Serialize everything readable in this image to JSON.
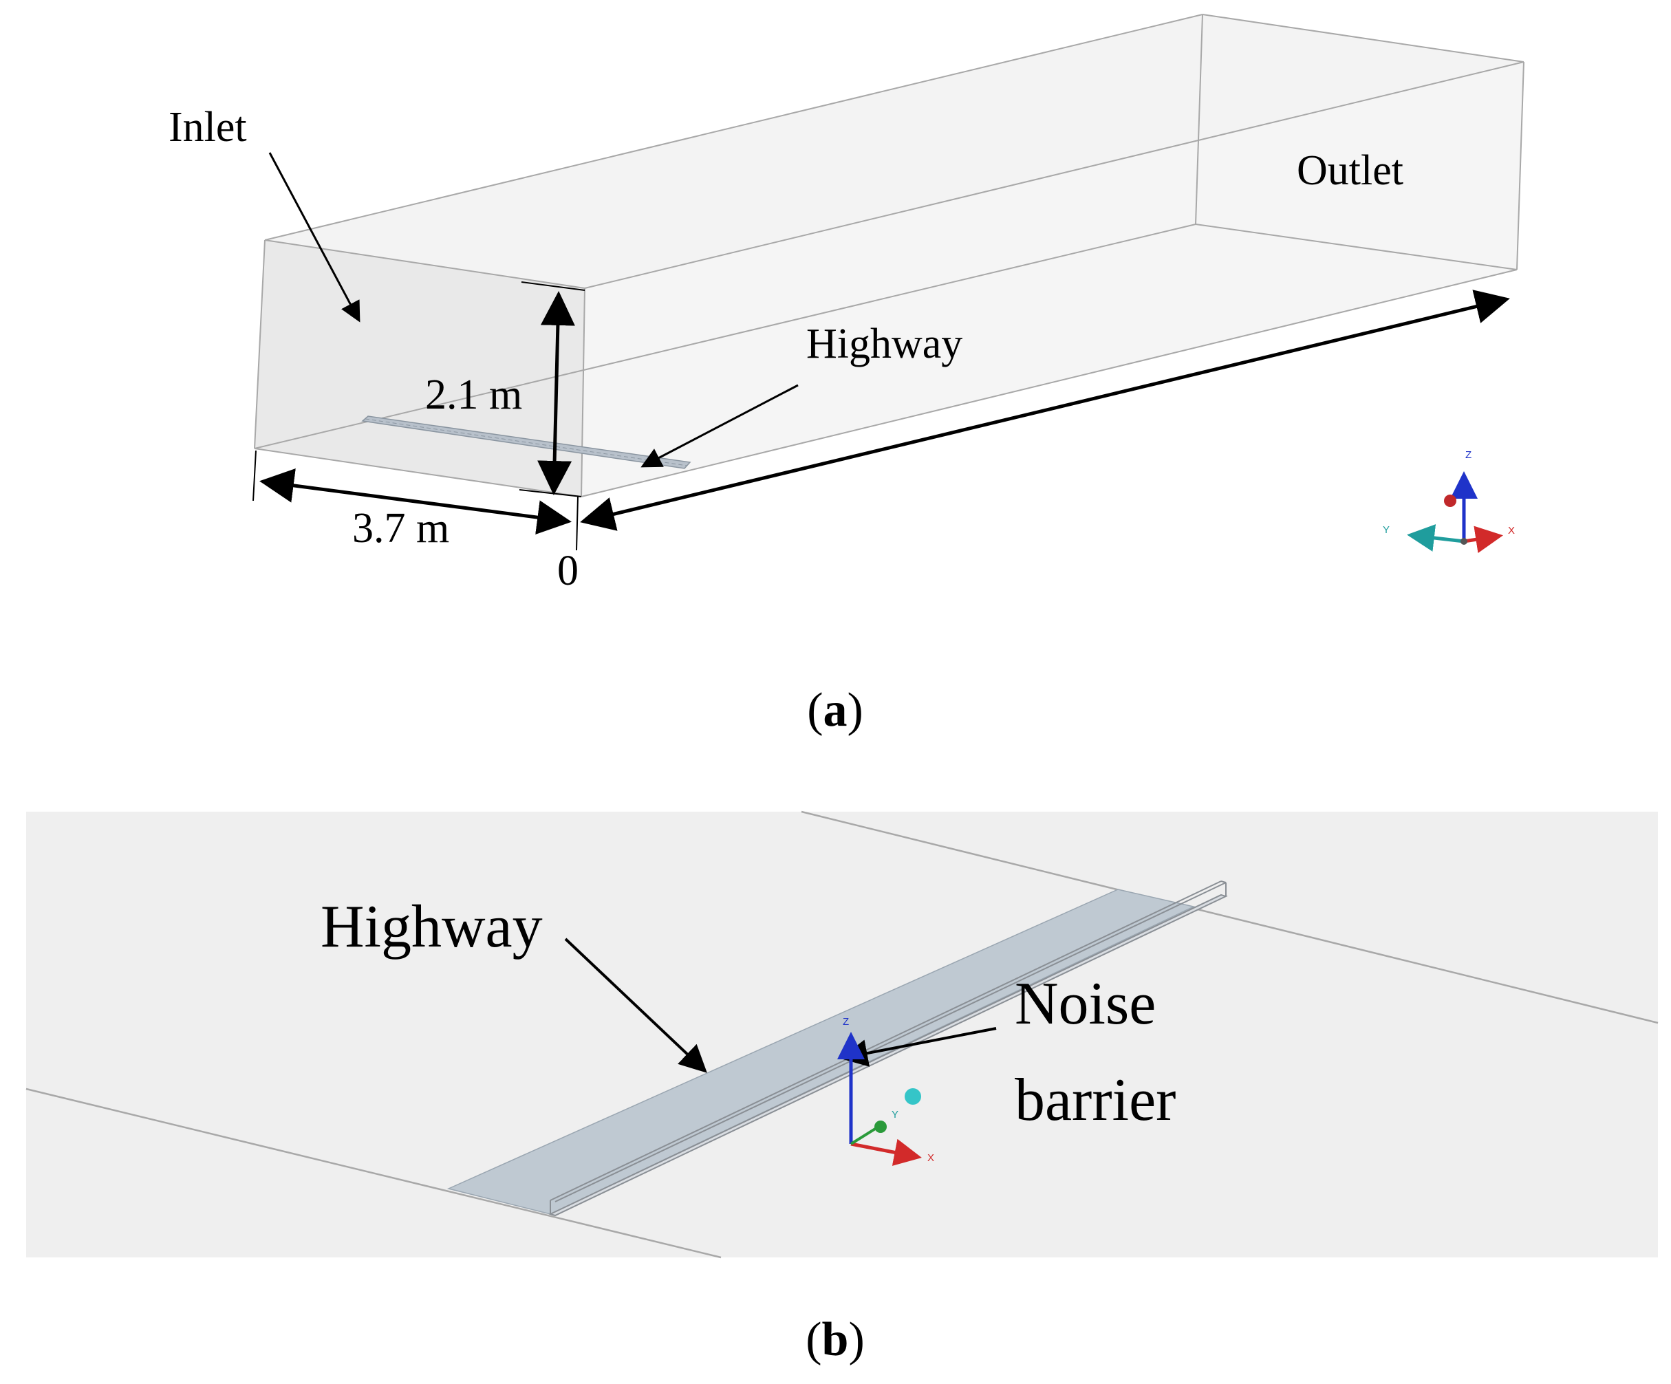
{
  "panel_a": {
    "labels": {
      "inlet": "Inlet",
      "outlet": "Outlet",
      "highway": "Highway",
      "height": "2.1 m",
      "width": "3.7 m",
      "origin": "0"
    },
    "caption_open": "(",
    "caption_letter": "a",
    "caption_close": ")",
    "axes": {
      "z": "Z",
      "y": "Y",
      "x": "X"
    }
  },
  "panel_b": {
    "labels": {
      "highway": "Highway",
      "barrier_line1": "Noise",
      "barrier_line2": "barrier"
    },
    "caption_open": "(",
    "caption_letter": "b",
    "caption_close": ")",
    "axes": {
      "z": "Z",
      "y": "Y",
      "x": "X"
    }
  },
  "colors": {
    "domain_fill": "#efefef",
    "edge": "#a8a8a8",
    "highway_fill": "#bfc9d2",
    "axis_z": "#1f33c9",
    "axis_y": "#1f9d9d",
    "axis_x": "#d22a2a",
    "ball_red": "#c0282a",
    "ball_cyan": "#35c5c8",
    "ball_green": "#2a9a3a"
  }
}
